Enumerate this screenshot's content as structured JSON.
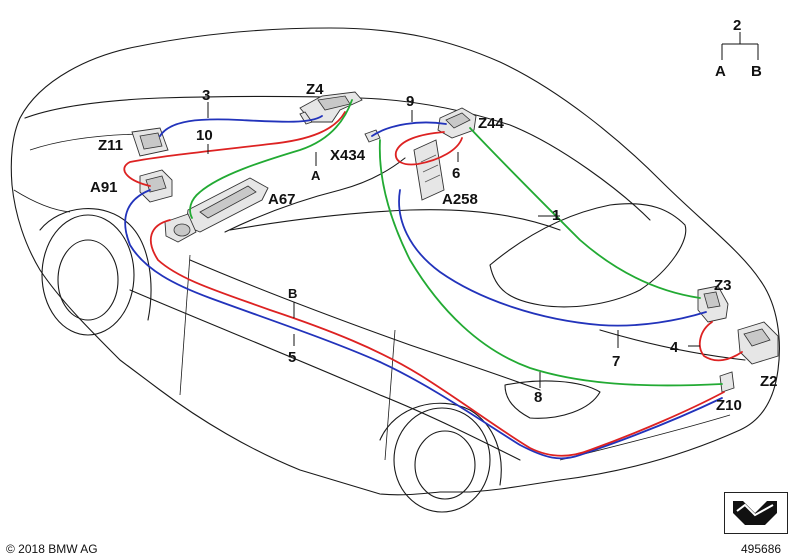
{
  "labels": {
    "legend_root": "2",
    "legend_a": "A",
    "legend_b": "B",
    "c1": "1",
    "c3": "3",
    "c4": "4",
    "c5": "5",
    "c6": "6",
    "c7": "7",
    "c8": "8",
    "c9": "9",
    "c10": "10",
    "z11": "Z11",
    "z4": "Z4",
    "a91": "A91",
    "a67": "A67",
    "x434": "X434",
    "z44": "Z44",
    "a258": "A258",
    "z3": "Z3",
    "z2": "Z2",
    "z10": "Z10",
    "branch_a": "A",
    "branch_b": "B"
  },
  "footer": {
    "copyright": "© 2018 BMW AG",
    "diagram_number": "495686"
  },
  "colors": {
    "wire_blue": "#2233bb",
    "wire_red": "#dd2222",
    "wire_green": "#22aa33"
  }
}
